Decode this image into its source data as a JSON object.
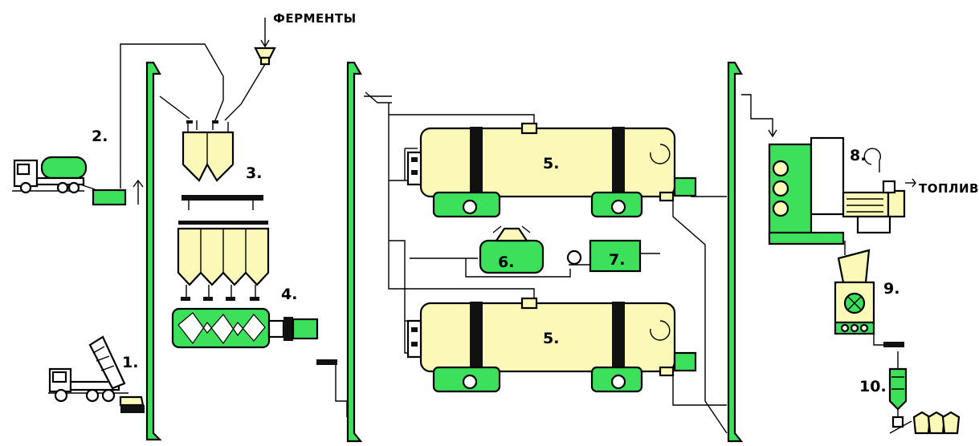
{
  "labels": {
    "step_1": "1.",
    "step_2": "2.",
    "step_3": "3.",
    "step_4": "4.",
    "step_5_top": "5.",
    "step_5_bottom": "5.",
    "step_6": "6.",
    "step_7": "7.",
    "step_8": "8.",
    "step_9": "9.",
    "step_10": "10.",
    "enzymes": "ФЕРМЕНТЫ",
    "fuel": "ТОПЛИВО"
  },
  "colors": {
    "equipment_fill": "#fbf8b8",
    "accent_green": "#3ce05a",
    "outline": "#000000",
    "background": "#ffffff"
  }
}
